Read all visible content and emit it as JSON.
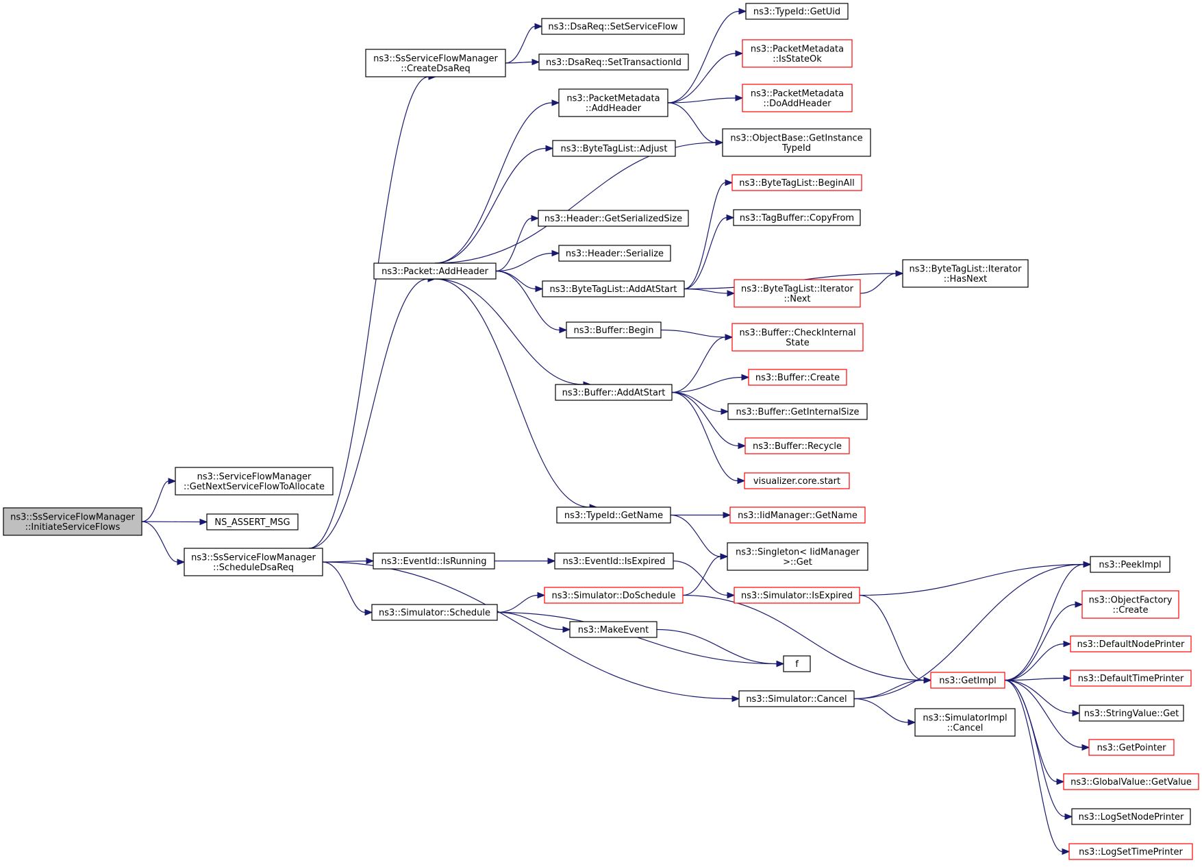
{
  "diagram": {
    "colors": {
      "edge": "#191970",
      "node_border": "#000000",
      "truncated_border": "#ff0000",
      "root_fill": "#bfbfbf"
    },
    "nodes": [
      {
        "id": "n0",
        "lines": [
          "ns3::SsServiceFlowManager",
          "::InitiateServiceFlows"
        ],
        "style": "root"
      },
      {
        "id": "n1",
        "lines": [
          "ns3::ServiceFlowManager",
          "::GetNextServiceFlowToAllocate"
        ],
        "style": "normal"
      },
      {
        "id": "n2",
        "lines": [
          "NS_ASSERT_MSG"
        ],
        "style": "normal"
      },
      {
        "id": "n3",
        "lines": [
          "ns3::SsServiceFlowManager",
          "::ScheduleDsaReq"
        ],
        "style": "normal"
      },
      {
        "id": "n4",
        "lines": [
          "ns3::SsServiceFlowManager",
          "::CreateDsaReq"
        ],
        "style": "normal"
      },
      {
        "id": "n5",
        "lines": [
          "ns3::Packet::AddHeader"
        ],
        "style": "normal"
      },
      {
        "id": "n6",
        "lines": [
          "ns3::EventId::IsRunning"
        ],
        "style": "normal"
      },
      {
        "id": "n7",
        "lines": [
          "ns3::Simulator::Schedule"
        ],
        "style": "normal"
      },
      {
        "id": "n8",
        "lines": [
          "ns3::Simulator::Cancel"
        ],
        "style": "normal"
      },
      {
        "id": "n9",
        "lines": [
          "ns3::DsaReq::SetServiceFlow"
        ],
        "style": "normal"
      },
      {
        "id": "n10",
        "lines": [
          "ns3::DsaReq::SetTransactionId"
        ],
        "style": "normal"
      },
      {
        "id": "n11",
        "lines": [
          "ns3::PacketMetadata",
          "::AddHeader"
        ],
        "style": "normal"
      },
      {
        "id": "n12",
        "lines": [
          "ns3::ByteTagList::Adjust"
        ],
        "style": "normal"
      },
      {
        "id": "n13",
        "lines": [
          "ns3::Header::GetSerializedSize"
        ],
        "style": "normal"
      },
      {
        "id": "n14",
        "lines": [
          "ns3::Header::Serialize"
        ],
        "style": "normal"
      },
      {
        "id": "n15",
        "lines": [
          "ns3::ByteTagList::AddAtStart"
        ],
        "style": "normal"
      },
      {
        "id": "n16",
        "lines": [
          "ns3::Buffer::Begin"
        ],
        "style": "normal"
      },
      {
        "id": "n17",
        "lines": [
          "ns3::Buffer::AddAtStart"
        ],
        "style": "normal"
      },
      {
        "id": "n18",
        "lines": [
          "ns3::TypeId::GetName"
        ],
        "style": "normal"
      },
      {
        "id": "n19",
        "lines": [
          "ns3::EventId::IsExpired"
        ],
        "style": "normal"
      },
      {
        "id": "n20",
        "lines": [
          "ns3::Simulator::DoSchedule"
        ],
        "style": "red"
      },
      {
        "id": "n21",
        "lines": [
          "ns3::MakeEvent"
        ],
        "style": "normal"
      },
      {
        "id": "n22",
        "lines": [
          "ns3::TypeId::GetUid"
        ],
        "style": "normal"
      },
      {
        "id": "n23",
        "lines": [
          "ns3::PacketMetadata",
          "::IsStateOk"
        ],
        "style": "red"
      },
      {
        "id": "n24",
        "lines": [
          "ns3::PacketMetadata",
          "::DoAddHeader"
        ],
        "style": "red"
      },
      {
        "id": "n25",
        "lines": [
          "ns3::ObjectBase::GetInstance",
          "TypeId"
        ],
        "style": "normal"
      },
      {
        "id": "n26",
        "lines": [
          "ns3::ByteTagList::BeginAll"
        ],
        "style": "red"
      },
      {
        "id": "n27",
        "lines": [
          "ns3::TagBuffer::CopyFrom"
        ],
        "style": "normal"
      },
      {
        "id": "n28",
        "lines": [
          "ns3::ByteTagList::Iterator",
          "::Next"
        ],
        "style": "red"
      },
      {
        "id": "n29",
        "lines": [
          "ns3::ByteTagList::Iterator",
          "::HasNext"
        ],
        "style": "normal"
      },
      {
        "id": "n30",
        "lines": [
          "ns3::Buffer::CheckInternal",
          "State"
        ],
        "style": "red"
      },
      {
        "id": "n31",
        "lines": [
          "ns3::Buffer::Create"
        ],
        "style": "red"
      },
      {
        "id": "n32",
        "lines": [
          "ns3::Buffer::GetInternalSize"
        ],
        "style": "normal"
      },
      {
        "id": "n33",
        "lines": [
          "ns3::Buffer::Recycle"
        ],
        "style": "red"
      },
      {
        "id": "n34",
        "lines": [
          "visualizer.core.start"
        ],
        "style": "red"
      },
      {
        "id": "n35",
        "lines": [
          "ns3::IidManager::GetName"
        ],
        "style": "red"
      },
      {
        "id": "n36",
        "lines": [
          "ns3::Singleton< IidManager",
          ">::Get"
        ],
        "style": "normal"
      },
      {
        "id": "n37",
        "lines": [
          "ns3::Simulator::IsExpired"
        ],
        "style": "red"
      },
      {
        "id": "n38",
        "lines": [
          "f"
        ],
        "style": "normal"
      },
      {
        "id": "n39",
        "lines": [
          "ns3::GetImpl"
        ],
        "style": "red"
      },
      {
        "id": "n40",
        "lines": [
          "ns3::SimulatorImpl",
          "::Cancel"
        ],
        "style": "normal"
      },
      {
        "id": "n41",
        "lines": [
          "ns3::PeekImpl"
        ],
        "style": "normal"
      },
      {
        "id": "n42",
        "lines": [
          "ns3::ObjectFactory",
          "::Create"
        ],
        "style": "red"
      },
      {
        "id": "n43",
        "lines": [
          "ns3::DefaultNodePrinter"
        ],
        "style": "red"
      },
      {
        "id": "n44",
        "lines": [
          "ns3::DefaultTimePrinter"
        ],
        "style": "red"
      },
      {
        "id": "n45",
        "lines": [
          "ns3::StringValue::Get"
        ],
        "style": "normal"
      },
      {
        "id": "n46",
        "lines": [
          "ns3::GetPointer"
        ],
        "style": "red"
      },
      {
        "id": "n47",
        "lines": [
          "ns3::GlobalValue::GetValue"
        ],
        "style": "red"
      },
      {
        "id": "n48",
        "lines": [
          "ns3::LogSetNodePrinter"
        ],
        "style": "normal"
      },
      {
        "id": "n49",
        "lines": [
          "ns3::LogSetTimePrinter"
        ],
        "style": "red"
      }
    ],
    "edges": [
      [
        "n0",
        "n1"
      ],
      [
        "n0",
        "n2"
      ],
      [
        "n0",
        "n3"
      ],
      [
        "n3",
        "n4"
      ],
      [
        "n3",
        "n5"
      ],
      [
        "n3",
        "n6"
      ],
      [
        "n3",
        "n7"
      ],
      [
        "n3",
        "n8"
      ],
      [
        "n4",
        "n9"
      ],
      [
        "n4",
        "n10"
      ],
      [
        "n5",
        "n11"
      ],
      [
        "n5",
        "n12"
      ],
      [
        "n5",
        "n25"
      ],
      [
        "n5",
        "n13"
      ],
      [
        "n5",
        "n14"
      ],
      [
        "n5",
        "n15"
      ],
      [
        "n5",
        "n16"
      ],
      [
        "n5",
        "n17"
      ],
      [
        "n5",
        "n18"
      ],
      [
        "n11",
        "n22"
      ],
      [
        "n11",
        "n23"
      ],
      [
        "n11",
        "n24"
      ],
      [
        "n11",
        "n25"
      ],
      [
        "n15",
        "n26"
      ],
      [
        "n15",
        "n27"
      ],
      [
        "n15",
        "n29"
      ],
      [
        "n15",
        "n28"
      ],
      [
        "n28",
        "n29"
      ],
      [
        "n16",
        "n30"
      ],
      [
        "n17",
        "n30"
      ],
      [
        "n17",
        "n31"
      ],
      [
        "n17",
        "n32"
      ],
      [
        "n17",
        "n33"
      ],
      [
        "n17",
        "n34"
      ],
      [
        "n18",
        "n35"
      ],
      [
        "n18",
        "n36"
      ],
      [
        "n6",
        "n19"
      ],
      [
        "n19",
        "n37"
      ],
      [
        "n7",
        "n20"
      ],
      [
        "n7",
        "n21"
      ],
      [
        "n7",
        "n38"
      ],
      [
        "n20",
        "n36"
      ],
      [
        "n20",
        "n39"
      ],
      [
        "n21",
        "n38"
      ],
      [
        "n37",
        "n41"
      ],
      [
        "n37",
        "n39"
      ],
      [
        "n8",
        "n41"
      ],
      [
        "n8",
        "n39"
      ],
      [
        "n8",
        "n40"
      ],
      [
        "n39",
        "n41"
      ],
      [
        "n39",
        "n42"
      ],
      [
        "n39",
        "n43"
      ],
      [
        "n39",
        "n44"
      ],
      [
        "n39",
        "n45"
      ],
      [
        "n39",
        "n46"
      ],
      [
        "n39",
        "n47"
      ],
      [
        "n39",
        "n48"
      ],
      [
        "n39",
        "n49"
      ]
    ]
  }
}
